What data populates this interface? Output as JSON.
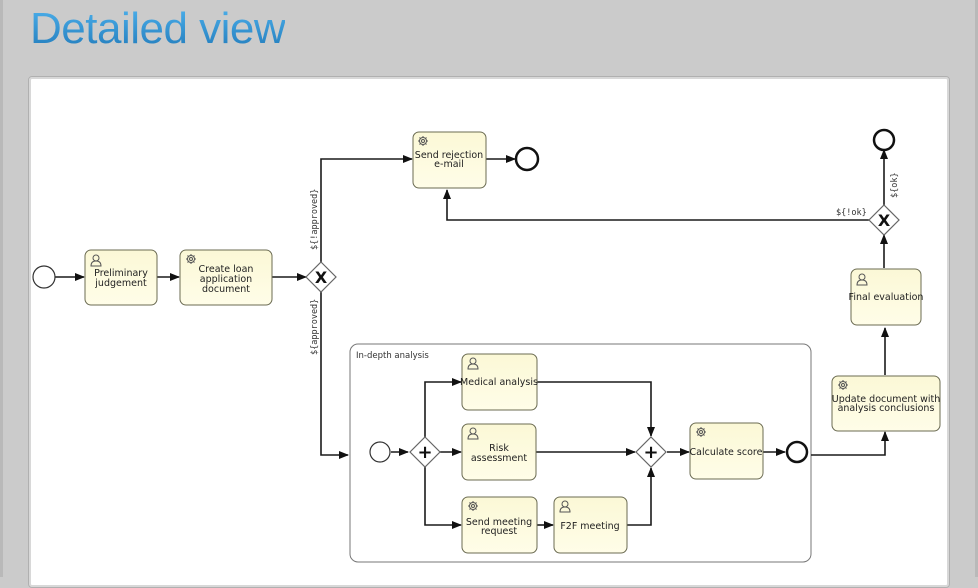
{
  "page": {
    "title": "Detailed view"
  },
  "diagram": {
    "tasks": {
      "preliminary": {
        "type": "user",
        "line1": "Preliminary",
        "line2": "judgement"
      },
      "create_doc": {
        "type": "service",
        "line1": "Create loan",
        "line2": "application",
        "line3": "document"
      },
      "rejection": {
        "type": "service",
        "line1": "Send rejection",
        "line2": "e-mail"
      },
      "medical": {
        "type": "user",
        "line1": "Medical analysis"
      },
      "risk": {
        "type": "user",
        "line1": "Risk",
        "line2": "assessment"
      },
      "meeting_req": {
        "type": "service",
        "line1": "Send meeting",
        "line2": "request"
      },
      "f2f": {
        "type": "user",
        "line1": "F2F meeting"
      },
      "calc_score": {
        "type": "service",
        "line1": "Calculate score"
      },
      "update_doc": {
        "type": "service",
        "line1": "Update document with",
        "line2": "analysis conclusions"
      },
      "final_eval": {
        "type": "user",
        "line1": "Final evaluation"
      }
    },
    "subprocess": {
      "label": "In-depth analysis"
    },
    "conditions": {
      "approved_not": "${!approved}",
      "approved": "${approved}",
      "not_ok": "${!ok}",
      "ok": "${ok}"
    },
    "gateways": {
      "approval": {
        "type": "exclusive",
        "symbol": "X"
      },
      "final": {
        "type": "exclusive",
        "symbol": "X"
      },
      "fork": {
        "type": "parallel",
        "symbol": "+"
      },
      "join": {
        "type": "parallel",
        "symbol": "+"
      }
    }
  }
}
